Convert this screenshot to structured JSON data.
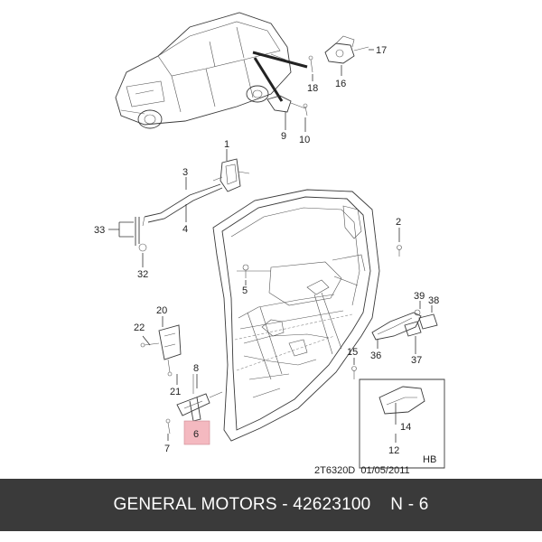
{
  "callouts": {
    "c1": "1",
    "c2": "2",
    "c3": "3",
    "c4": "4",
    "c5": "5",
    "c6": "6",
    "c7": "7",
    "c8": "8",
    "c9": "9",
    "c10": "10",
    "c12": "12",
    "c14": "14",
    "c15": "15",
    "c16": "16",
    "c17": "17",
    "c18": "18",
    "c20": "20",
    "c21": "21",
    "c22": "22",
    "c32": "32",
    "c33": "33",
    "c36": "36",
    "c37": "37",
    "c38": "38",
    "c39": "39"
  },
  "inset_label": "HB",
  "drawing_code": "2T6320D",
  "drawing_date": "01/05/2011",
  "footer": {
    "brand": "GENERAL MOTORS",
    "part_number": "42623100",
    "position": "N - 6"
  },
  "highlight_color": "#f4b9c0"
}
